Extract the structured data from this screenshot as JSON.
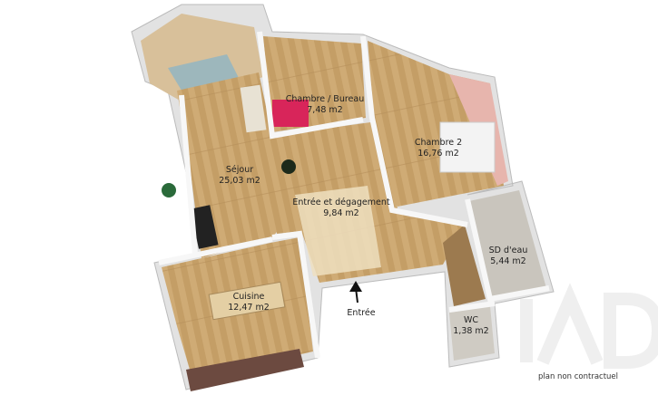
{
  "rooms": [
    {
      "name": "Chambre / Bureau",
      "area": "7,48 m2"
    },
    {
      "name": "Chambre 2",
      "area": "16,76 m2"
    },
    {
      "name": "Séjour",
      "area": "25,03 m2"
    },
    {
      "name": "Entrée et dégagement",
      "area": "9,84 m2"
    },
    {
      "name": "SD d'eau",
      "area": "5,44 m2"
    },
    {
      "name": "Cuisine",
      "area": "12,47 m2"
    },
    {
      "name": "WC",
      "area": "1,38 m2"
    }
  ],
  "entrance_label": "Entrée",
  "disclaimer": "plan non contractuel",
  "watermark": "IAD",
  "colors": {
    "wood": "#c9a571",
    "dark_wood": "#8a6a44",
    "wall": "#f4f4f4",
    "tile": "#c8c4bc"
  }
}
